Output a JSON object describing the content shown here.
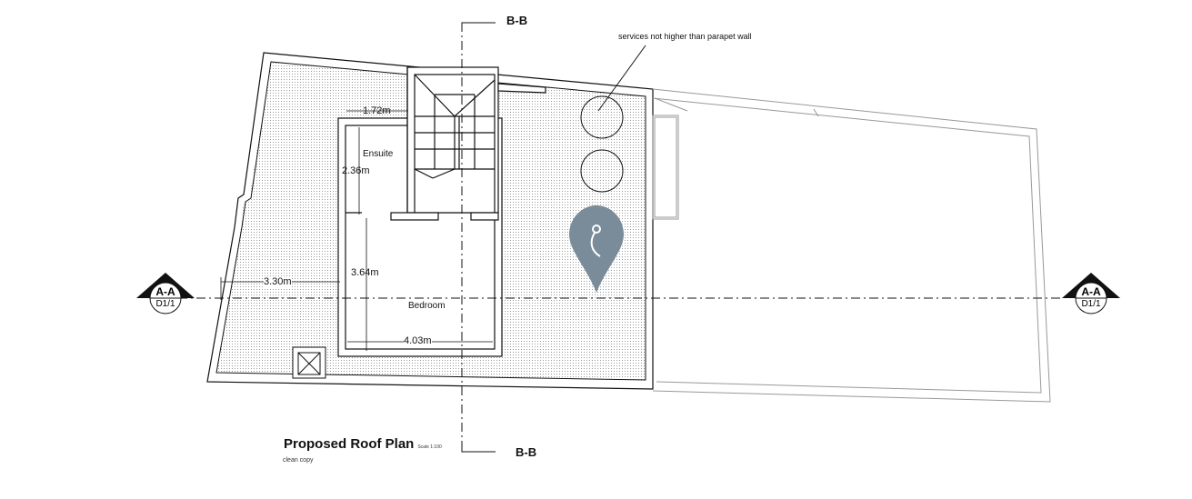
{
  "drawing": {
    "title": "Proposed Roof Plan",
    "scale": "Scale 1:100",
    "subtitle": "clean copy",
    "section_bb": "B-B",
    "section_aa": "A-A",
    "sheet_ref": "D1/1",
    "note": "services not higher than parapet wall",
    "rooms": [
      "Ensuite",
      "Bedroom"
    ],
    "dimensions": [
      "1.72m",
      "2.36m",
      "3.64m",
      "3.30m",
      "4.03m"
    ],
    "pin_color": "#7a8c99"
  }
}
